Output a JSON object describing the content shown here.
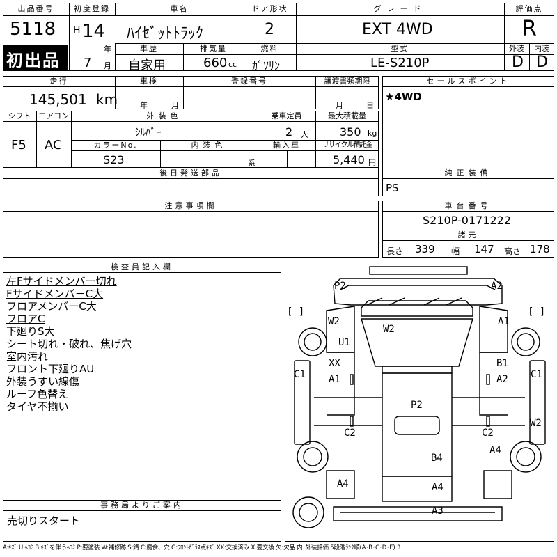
{
  "header": {
    "lot_label": "出品番号",
    "lot_number": "5118",
    "first_listing_badge": "初出品",
    "first_reg_label": "初度登録",
    "era": "H",
    "year": "14",
    "year_unit": "年",
    "month": "7",
    "month_unit": "月",
    "car_name_label": "車名",
    "car_name": "ﾊｲｾﾞｯﾄﾄﾗｯｸ",
    "door_label": "ドア形状",
    "doors": "2",
    "grade_label": "グレード",
    "grade": "EXT 4WD",
    "score_label": "評価点",
    "score": "R",
    "history_label": "車歴",
    "history": "自家用",
    "displacement_label": "排気量",
    "displacement": "660",
    "displacement_unit": "cc",
    "fuel_label": "燃料",
    "fuel": "ｶﾞｿﾘﾝ",
    "model_label": "型式",
    "model": "LE-S210P",
    "exterior_label": "外装",
    "exterior_score": "D",
    "interior_label": "内装",
    "interior_score": "D"
  },
  "row2": {
    "mileage_label": "走行",
    "mileage": "145,501",
    "mileage_unit": "km",
    "inspection_label": "車検",
    "inspection_year_unit": "年",
    "inspection_month_unit": "月",
    "reg_no_label": "登録番号",
    "transfer_label": "譲渡書類期限",
    "transfer_month_unit": "月",
    "transfer_day_unit": "日",
    "sales_point_label": "セールスポイント",
    "sales_point": "★4WD"
  },
  "row3": {
    "shift_label": "シフト",
    "shift": "F5",
    "ac_label": "エアコン",
    "ac": "AC",
    "exterior_color_label": "外装色",
    "exterior_color": "ｼﾙﾊﾞｰ",
    "capacity_label": "乗車定員",
    "capacity": "2",
    "capacity_unit": "人",
    "max_load_label": "最大積載量",
    "max_load": "350",
    "max_load_unit": "kg",
    "color_no_label": "カラーNo.",
    "color_no": "S23",
    "interior_color_label": "内装色",
    "interior_color_unit": "系",
    "import_label": "輸入車",
    "recycle_label": "リサイクル預託金",
    "recycle_fee": "5,440",
    "recycle_unit": "円"
  },
  "later_parts_label": "後日発送部品",
  "genuine_equipment_label": "純正装備",
  "genuine_equipment": "PS",
  "caution_label": "注意事項欄",
  "chassis": {
    "label": "車台番号",
    "number": "S210P-0171222",
    "specs_label": "諸元",
    "length_label": "長さ",
    "length": "339",
    "width_label": "幅",
    "width": "147",
    "height_label": "高さ",
    "height": "178"
  },
  "inspector": {
    "label": "検査員記入欄",
    "notes": [
      "左Fサイドメンバー切れ",
      "Fサイドメンバ－C大",
      "フロアメンバーC大",
      "フロアC",
      "下廻りS大",
      "シート切れ・破れ、焦げ穴",
      "室内汚れ",
      "フロント下廻りAU",
      "外装うすい線傷",
      "ルーフ色替え",
      "タイヤ不揃い"
    ]
  },
  "office": {
    "label": "事務局よりご案内",
    "message": "売切りスタート"
  },
  "diagram_marks": {
    "front_left": "P2",
    "front_right": "A2",
    "wheel_fl": "W2",
    "cab_center": "W2",
    "wheel_fr": "A1",
    "left_u": "U1",
    "right_b": "B1",
    "left_xx": "XX",
    "left_a": "A1",
    "right_a": "A2",
    "left_c": "C1",
    "right_c": "C1",
    "bed_center": "P2",
    "bed_left": "C2",
    "bed_right": "C2",
    "right_w": "W2",
    "right_rear": "A4",
    "bed_rear": "B4",
    "left_rear": "A4",
    "tail_center": "A4",
    "bumper": "A3",
    "bracket_left": "[ ]",
    "bracket_right": "[ ]"
  },
  "legend": "A:ｷｽﾞ U:ﾍｺﾐ B:ｷｽﾞを伴うﾍｺﾐ P:要塗装 W:補修跡 S:錆 C:腐食、穴 G:ﾌﾛﾝﾄｶﾞﾗｽ点ｷｽﾞ XX:交換済み X:要交換 欠:欠品 内･外装評価 5段階ﾗﾝｸ順(A･B･C･D･E) 3"
}
